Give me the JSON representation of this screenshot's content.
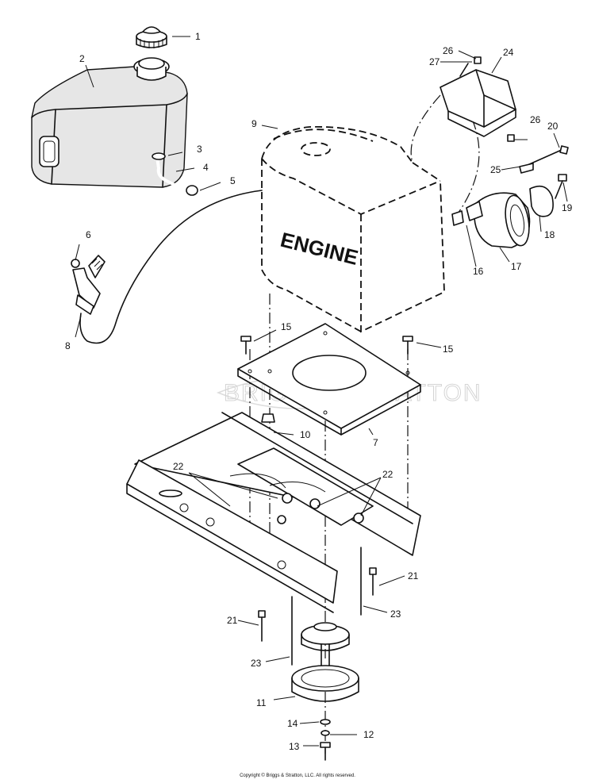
{
  "diagram": {
    "engine_label": "ENGINE",
    "watermark": "BRIGGS&STRATTON",
    "copyright": "Copyright © Briggs & Stratton, LLC. All rights reserved.",
    "callouts": {
      "c1": "1",
      "c2": "2",
      "c3": "3",
      "c4": "4",
      "c5": "5",
      "c6": "6",
      "c7": "7",
      "c8": "8",
      "c9": "9",
      "c10": "10",
      "c11": "11",
      "c12": "12",
      "c13": "13",
      "c14": "14",
      "c15a": "15",
      "c15b": "15",
      "c16": "16",
      "c17": "17",
      "c18": "18",
      "c19": "19",
      "c20": "20",
      "c21a": "21",
      "c21b": "21",
      "c22a": "22",
      "c22b": "22",
      "c23a": "23",
      "c23b": "23",
      "c24": "24",
      "c25": "25",
      "c26a": "26",
      "c26b": "26",
      "c27": "27"
    }
  }
}
